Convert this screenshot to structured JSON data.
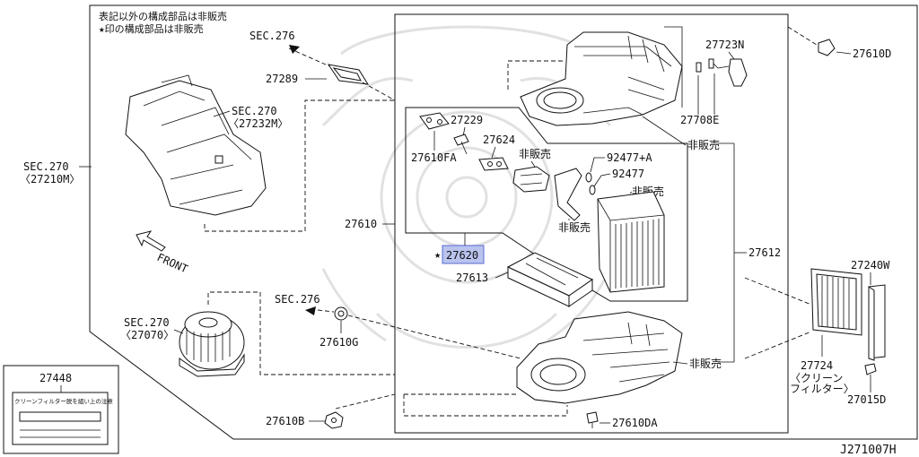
{
  "notes": {
    "line1": "表記以外の構成部品は非販売",
    "line2": "★印の構成部品は非販売"
  },
  "labels": {
    "sec276_top": "SEC.276",
    "p27289": "27289",
    "sec270_top": "SEC.270",
    "sec270_top_sub": "〈27232M〉",
    "sec270_left": "SEC.270",
    "sec270_left_sub": "〈27210M〉",
    "front": "FRONT",
    "p27229": "27229",
    "p27624": "27624",
    "p27610FA": "27610FA",
    "hanbai_a": "非販売",
    "p92477A": "92477+A",
    "p92477": "92477",
    "hanbai_b": "非販売",
    "hanbai_c": "非販売",
    "p27610": "27610",
    "p27620": "27620",
    "star": "★",
    "p27613": "27613",
    "p27612": "27612",
    "p27723N": "27723N",
    "p27708E": "27708E",
    "hanbai_d": "非販売",
    "p27610D": "27610D",
    "p27240W": "27240W",
    "p27724": "27724",
    "p27724_sub1": "〈クリーン",
    "p27724_sub2": "フィルター〉",
    "p27015D": "27015D",
    "sec276_mid": "SEC.276",
    "p27610G": "27610G",
    "sec270_bottom": "SEC.270",
    "sec270_bottom_sub": "〈27070〉",
    "hanbai_e": "非販売",
    "p27610B": "27610B",
    "p27610DA": "27610DA",
    "p27448": "27448",
    "label_card_text": "クリーンフィルター脱を組い上の注意",
    "code": "J271007H"
  }
}
